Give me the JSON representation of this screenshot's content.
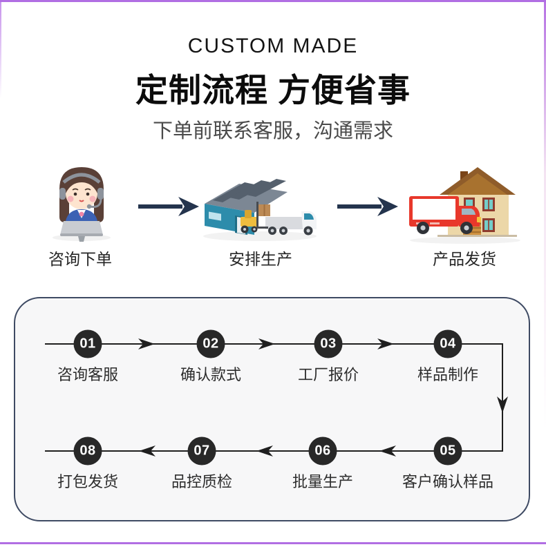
{
  "theme": {
    "accent_purple": "#b16ee3",
    "arrow_navy": "#24344d",
    "flow_line_color": "#1f1f1f",
    "flow_circle_color": "#282828",
    "flow_box_border": "#3e4a63",
    "flow_box_bg": "#f7f7f8"
  },
  "header": {
    "eyebrow": "CUSTOM MADE",
    "title": "定制流程 方便省事",
    "subtitle": "下单前联系客服，沟通需求"
  },
  "pre_order_flow": {
    "stages": [
      {
        "label": "咨询下单",
        "icon": "customer-service-agent-icon"
      },
      {
        "label": "安排生产",
        "icon": "factory-loading-icon"
      },
      {
        "label": "产品发货",
        "icon": "delivery-truck-house-icon"
      }
    ]
  },
  "process_steps": {
    "steps": [
      {
        "num": "01",
        "label": "咨询客服"
      },
      {
        "num": "02",
        "label": "确认款式"
      },
      {
        "num": "03",
        "label": "工厂报价"
      },
      {
        "num": "04",
        "label": "样品制作"
      },
      {
        "num": "05",
        "label": "客户确认样品"
      },
      {
        "num": "06",
        "label": "批量生产"
      },
      {
        "num": "07",
        "label": "品控质检"
      },
      {
        "num": "08",
        "label": "打包发货"
      }
    ]
  }
}
